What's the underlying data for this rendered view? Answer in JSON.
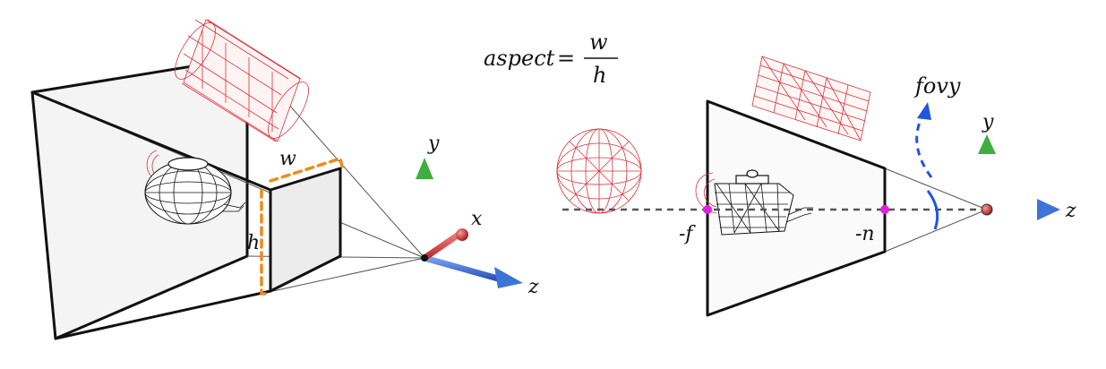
{
  "formula": {
    "lhs": "aspect",
    "equals": "=",
    "numerator": "w",
    "denominator": "h"
  },
  "left_view": {
    "labels": {
      "width": "w",
      "height": "h"
    },
    "axes": {
      "x": "x",
      "y": "y",
      "z": "z"
    }
  },
  "right_view": {
    "labels": {
      "far": "-f",
      "near": "-n",
      "fov": "fovy"
    },
    "axes": {
      "y": "y",
      "z": "z"
    }
  },
  "colors": {
    "x_axis": "#d8323a",
    "y_axis": "#3fae3f",
    "z_axis": "#3f73d8",
    "dimension": "#f08a1c",
    "fov_arc": "#1f55e0",
    "clip_point": "#e020e0",
    "wireframe_red": "#d8323a",
    "wireframe_black": "#111111"
  },
  "icons": {
    "sphere": "wireframe-sphere",
    "cylinder": "wireframe-cylinder",
    "teapot": "wireframe-teapot"
  }
}
